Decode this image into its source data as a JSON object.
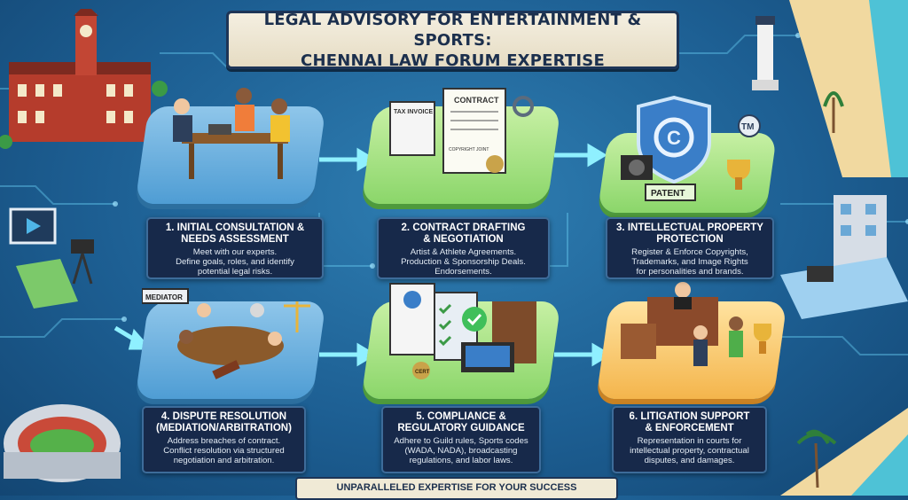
{
  "title": {
    "line1": "LEGAL ADVISORY FOR ENTERTAINMENT & SPORTS:",
    "line2": "CHENNAI LAW FORUM EXPERTISE"
  },
  "steps": [
    {
      "heading1": "1. INITIAL CONSULTATION &",
      "heading2": "NEEDS ASSESSMENT",
      "body": [
        "Meet with our experts.",
        "Define goals, roles, and identify",
        "potential legal risks."
      ]
    },
    {
      "heading1": "2. CONTRACT DRAFTING",
      "heading2": "& NEGOTIATION",
      "body": [
        "Artist & Athlete Agreements.",
        "Production & Sponsorship Deals.",
        "Endorsements."
      ]
    },
    {
      "heading1": "3. INTELLECTUAL PROPERTY",
      "heading2": "PROTECTION",
      "body": [
        "Register & Enforce Copyrights,",
        "Trademarks, and Image Rights",
        "for personalities and brands."
      ]
    },
    {
      "heading1": "4. DISPUTE RESOLUTION",
      "heading2": "(MEDIATION/ARBITRATION)",
      "body": [
        "Address breaches of contract.",
        "Conflict resolution via structured",
        "negotiation and arbitration."
      ]
    },
    {
      "heading1": "5. COMPLIANCE &",
      "heading2": "REGULATORY GUIDANCE",
      "body": [
        "Adhere to Guild rules, Sports codes",
        "(WADA, NADA), broadcasting",
        "regulations, and labor laws."
      ]
    },
    {
      "heading1": "6. LITIGATION SUPPORT",
      "heading2": "& ENFORCEMENT",
      "body": [
        "Representation in courts for",
        "intellectual property, contractual",
        "disputes, and damages."
      ]
    }
  ],
  "labels": {
    "invoice": "TAX INVOICE",
    "contract": "CONTRACT",
    "copyright": "COPYRIGHT JOINT",
    "patent": "PATENT",
    "tm": "TM",
    "mediator": "MEDIATOR",
    "cert": "CERT"
  },
  "footer": "UNPARALLELED EXPERTISE FOR YOUR SUCCESS",
  "colors": {
    "background": "#1d5f93",
    "card": "#17294a",
    "platform_blue": "#6fb2e0",
    "platform_green": "#9fdc7c",
    "platform_orange": "#f6c36a",
    "flow_arrow": "#8ff0ff"
  }
}
